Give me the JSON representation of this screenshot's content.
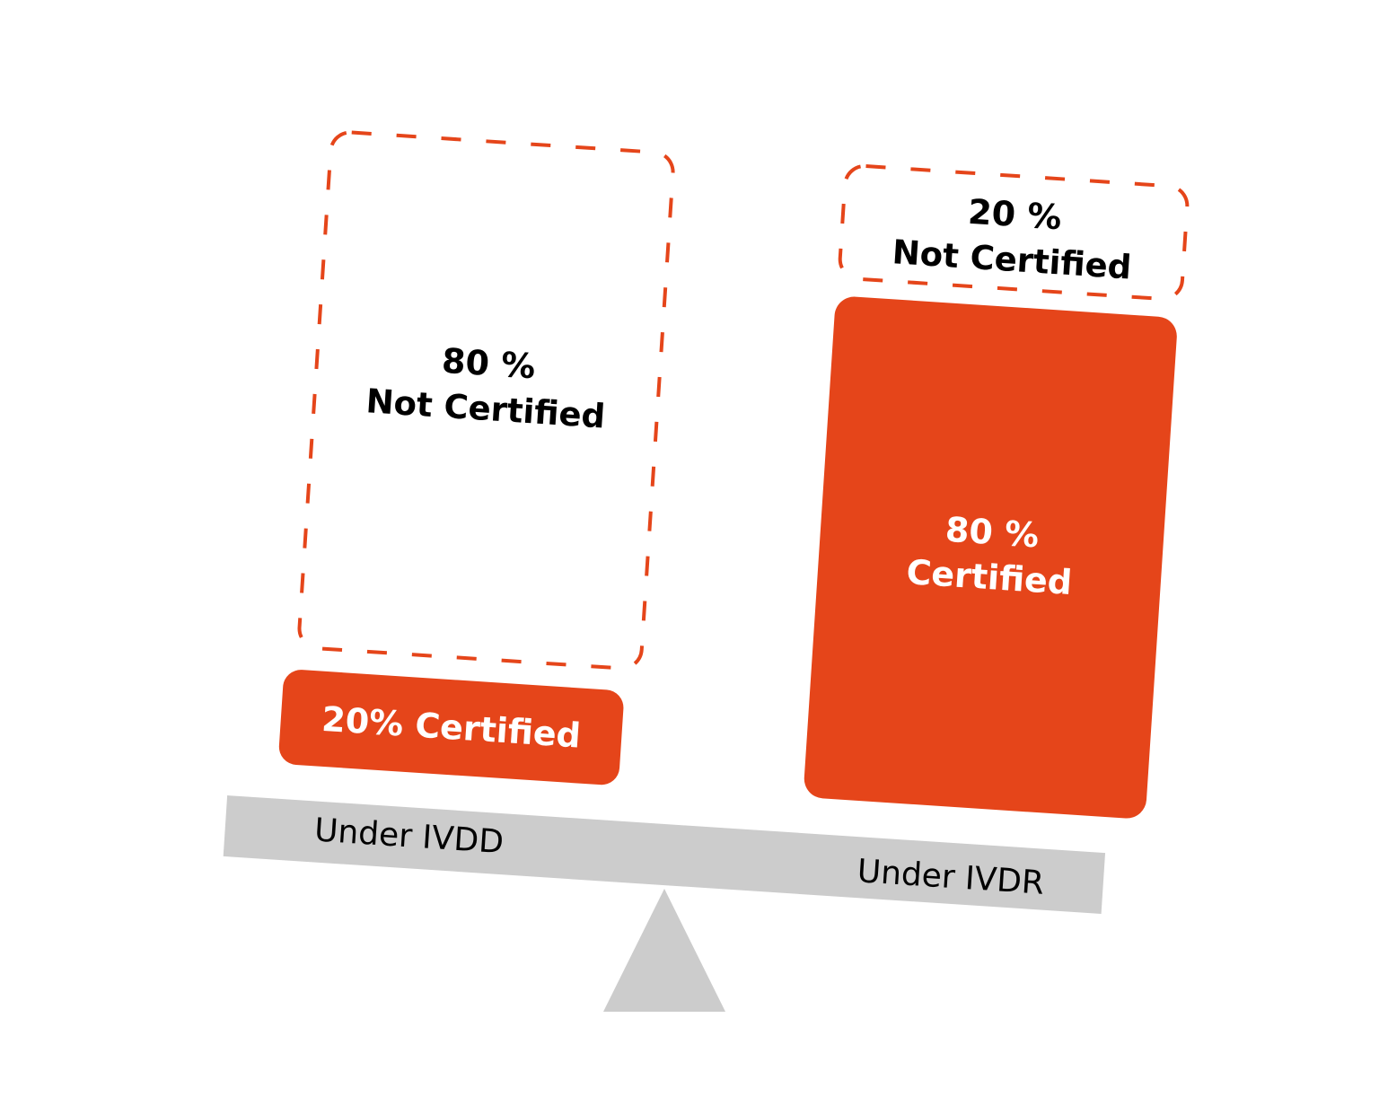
{
  "colors": {
    "accent": "#e5451a",
    "beam": "#cccccc",
    "fulcrum": "#cccccc",
    "dark_text": "#000000",
    "light_text": "#ffffff",
    "background": "#ffffff"
  },
  "left": {
    "label": "Under IVDD",
    "not_certified": {
      "percent": "80 %",
      "label": "Not Certified"
    },
    "certified": {
      "label": "20% Certified"
    }
  },
  "right": {
    "label": "Under IVDR",
    "not_certified": {
      "percent": "20 %",
      "label": "Not Certified"
    },
    "certified": {
      "percent": "80 %",
      "label": "Certified"
    }
  },
  "chart_data": {
    "type": "bar",
    "title": "",
    "categories": [
      "Under IVDD",
      "Under IVDR"
    ],
    "series": [
      {
        "name": "Certified",
        "values": [
          20,
          80
        ]
      },
      {
        "name": "Not Certified",
        "values": [
          80,
          20
        ]
      }
    ],
    "stacked": true,
    "unit": "%",
    "ylim": [
      0,
      100
    ]
  }
}
